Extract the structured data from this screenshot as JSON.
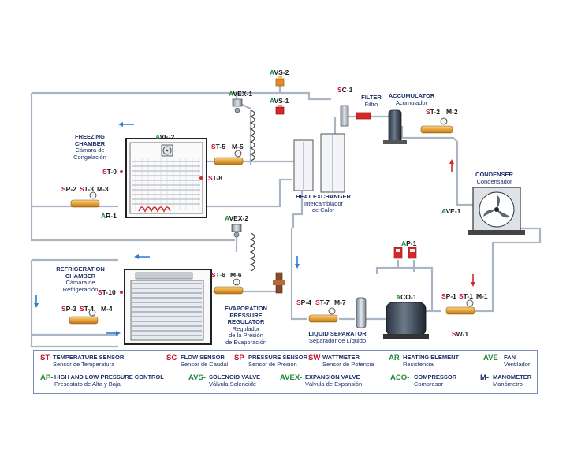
{
  "components": {
    "avs2": {
      "prefix": "A",
      "rest": "VS-2"
    },
    "avs1": {
      "prefix": "A",
      "rest": "VS-1"
    },
    "avex1": {
      "prefix": "A",
      "rest": "VEX-1"
    },
    "avex2": {
      "prefix": "A",
      "rest": "VEX-2"
    },
    "ave2": {
      "prefix": "A",
      "rest": "VE-2"
    },
    "ave1": {
      "prefix": "A",
      "rest": "VE-1"
    },
    "ar1": {
      "prefix": "A",
      "rest": "R-1"
    },
    "ap1": {
      "prefix": "A",
      "rest": "P-1"
    },
    "aco1": {
      "prefix": "A",
      "rest": "CO-1"
    },
    "sc1": {
      "prefix": "S",
      "rest": "C-1"
    },
    "st5": {
      "prefix": "S",
      "rest": "T-5"
    },
    "m5": "M-5",
    "st9": {
      "prefix": "S",
      "rest": "T-9"
    },
    "st8": {
      "prefix": "S",
      "rest": "T-8"
    },
    "sp2": {
      "prefix": "S",
      "rest": "P-2"
    },
    "st3": {
      "prefix": "S",
      "rest": "T-3"
    },
    "m3": "M-3",
    "st2": {
      "prefix": "S",
      "rest": "T-2"
    },
    "m2": "M-2",
    "st6": {
      "prefix": "S",
      "rest": "T-6"
    },
    "m6": "M-6",
    "st10": {
      "prefix": "S",
      "rest": "T-10"
    },
    "sp3": {
      "prefix": "S",
      "rest": "P-3"
    },
    "st4": {
      "prefix": "S",
      "rest": "T-4"
    },
    "m4": "M-4",
    "sp4": {
      "prefix": "S",
      "rest": "P-4"
    },
    "st7": {
      "prefix": "S",
      "rest": "T-7"
    },
    "m7": "M-7",
    "sp1": {
      "prefix": "S",
      "rest": "P-1"
    },
    "st1": {
      "prefix": "S",
      "rest": "T-1"
    },
    "m1": "M-1",
    "sw1": {
      "prefix": "S",
      "rest": "W-1"
    }
  },
  "labels": {
    "freezing_chamber": {
      "title_1": "FREEZING",
      "title_2": "CHAMBER",
      "sub_1": "Cámara de",
      "sub_2": "Congelación"
    },
    "refrigeration_chamber": {
      "title_1": "REFRIGERATION",
      "title_2": "CHAMBER",
      "sub_1": "Cámara de",
      "sub_2": "Refrigeración"
    },
    "filter": {
      "title": "FILTER",
      "sub": "Filtro"
    },
    "accumulator": {
      "title": "ACCUMULATOR",
      "sub": "Acumulador"
    },
    "condenser": {
      "title": "CONDENSER",
      "sub": "Condensador"
    },
    "heat_exchanger": {
      "title": "HEAT EXCHANGER",
      "sub_1": "Intercambiador",
      "sub_2": "de Calor"
    },
    "epr": {
      "title_1": "EVAPORATION",
      "title_2": "PRESSURE",
      "title_3": "REGULATOR",
      "sub_1": "Regulador",
      "sub_2": "de la Presión",
      "sub_3": "de Evaporación"
    },
    "liquid_separator": {
      "title": "LIQUID SEPARATOR",
      "sub": "Separador de Líquido"
    }
  },
  "legend": [
    {
      "code": "ST-",
      "title": "TEMPERATURE SENSOR",
      "sub": "Sensor de Temperatura",
      "color": "#c8102e"
    },
    {
      "code": "SC-",
      "title": "FLOW SENSOR",
      "sub": "Sensor de Caudal",
      "color": "#c8102e"
    },
    {
      "code": "SP-",
      "title": "PRESSURE SENSOR",
      "sub": "Sensor de Presión",
      "color": "#c8102e"
    },
    {
      "code": "SW-",
      "title": "WATTMETER",
      "sub": "Sensor de Potencia",
      "color": "#c8102e"
    },
    {
      "code": "AR-",
      "title": "HEATING ELEMENT",
      "sub": "Resistencia",
      "color": "#1f8a3a"
    },
    {
      "code": "AVE-",
      "title": "FAN",
      "sub": "Ventilador",
      "color": "#1f8a3a"
    },
    {
      "code": "AP-",
      "title": "HIGH AND LOW PRESSURE CONTROL",
      "sub": "Presostato de Alta y Baja",
      "color": "#1f8a3a"
    },
    {
      "code": "AVS-",
      "title": "SOLENOID VALVE",
      "sub": "Válvula Solenoide",
      "color": "#1f8a3a"
    },
    {
      "code": "AVEX-",
      "title": "EXPANSION VALVE",
      "sub": "Válvula de Expansión",
      "color": "#1f8a3a"
    },
    {
      "code": "ACO-",
      "title": "COMPRESSOR",
      "sub": "Compresor",
      "color": "#1f8a3a"
    },
    {
      "code": "M-",
      "title": "MANOMETER",
      "sub": "Manómetro",
      "color": "#1c2f6b"
    }
  ],
  "colors": {
    "pipe": "#b9c3cf",
    "arrow_blue": "#2e7bd6",
    "arrow_red": "#d62828",
    "text_blue": "#1c2f6b",
    "prefix_red": "#c8102e",
    "prefix_green": "#1f8a3a",
    "sensor_orange": "#e8a23a"
  }
}
